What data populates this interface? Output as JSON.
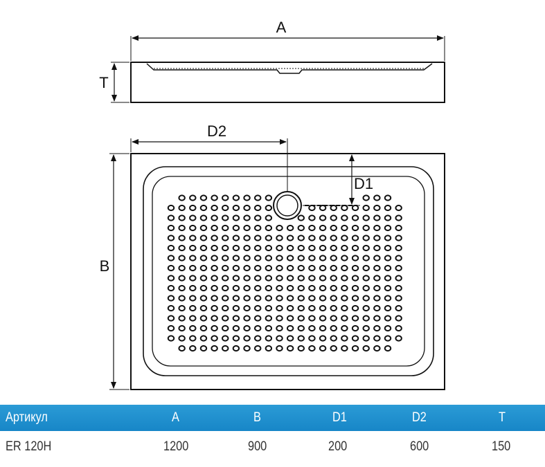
{
  "dimensions": {
    "A": "A",
    "T": "T",
    "D2": "D2",
    "D1": "D1",
    "B": "B"
  },
  "table": {
    "header": {
      "article": "Артикул",
      "A": "A",
      "B": "B",
      "D1": "D1",
      "D2": "D2",
      "T": "T"
    },
    "row": {
      "article": "ER 120H",
      "A": "1200",
      "B": "900",
      "D1": "200",
      "D2": "600",
      "T": "150"
    }
  },
  "colors": {
    "header_bg": "#1f8fcf",
    "line": "#111111"
  }
}
